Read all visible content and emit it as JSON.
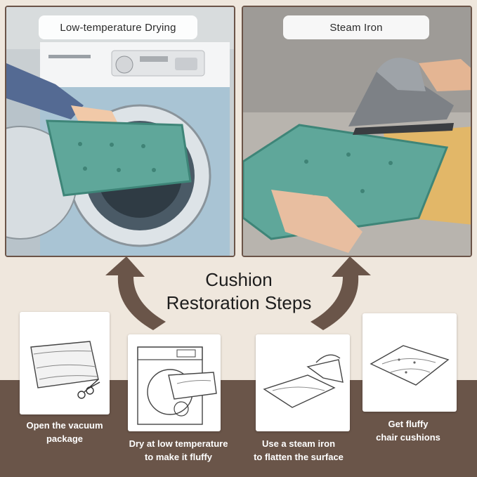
{
  "panels": [
    {
      "label": "Low-temperature Drying"
    },
    {
      "label": "Steam Iron"
    }
  ],
  "title": {
    "line1": "Cushion",
    "line2": "Restoration Steps"
  },
  "steps": [
    {
      "line1": "Open the vacuum",
      "line2": "package"
    },
    {
      "line1": "Dry at low temperature",
      "line2": "to make it fluffy"
    },
    {
      "line1": "Use a steam iron",
      "line2": "to flatten the surface"
    },
    {
      "line1": "Get fluffy",
      "line2": "chair cushions"
    }
  ],
  "colors": {
    "background": "#efe7dd",
    "brown": "#6a5549",
    "cushion": "#5fa79a",
    "white": "#ffffff"
  }
}
